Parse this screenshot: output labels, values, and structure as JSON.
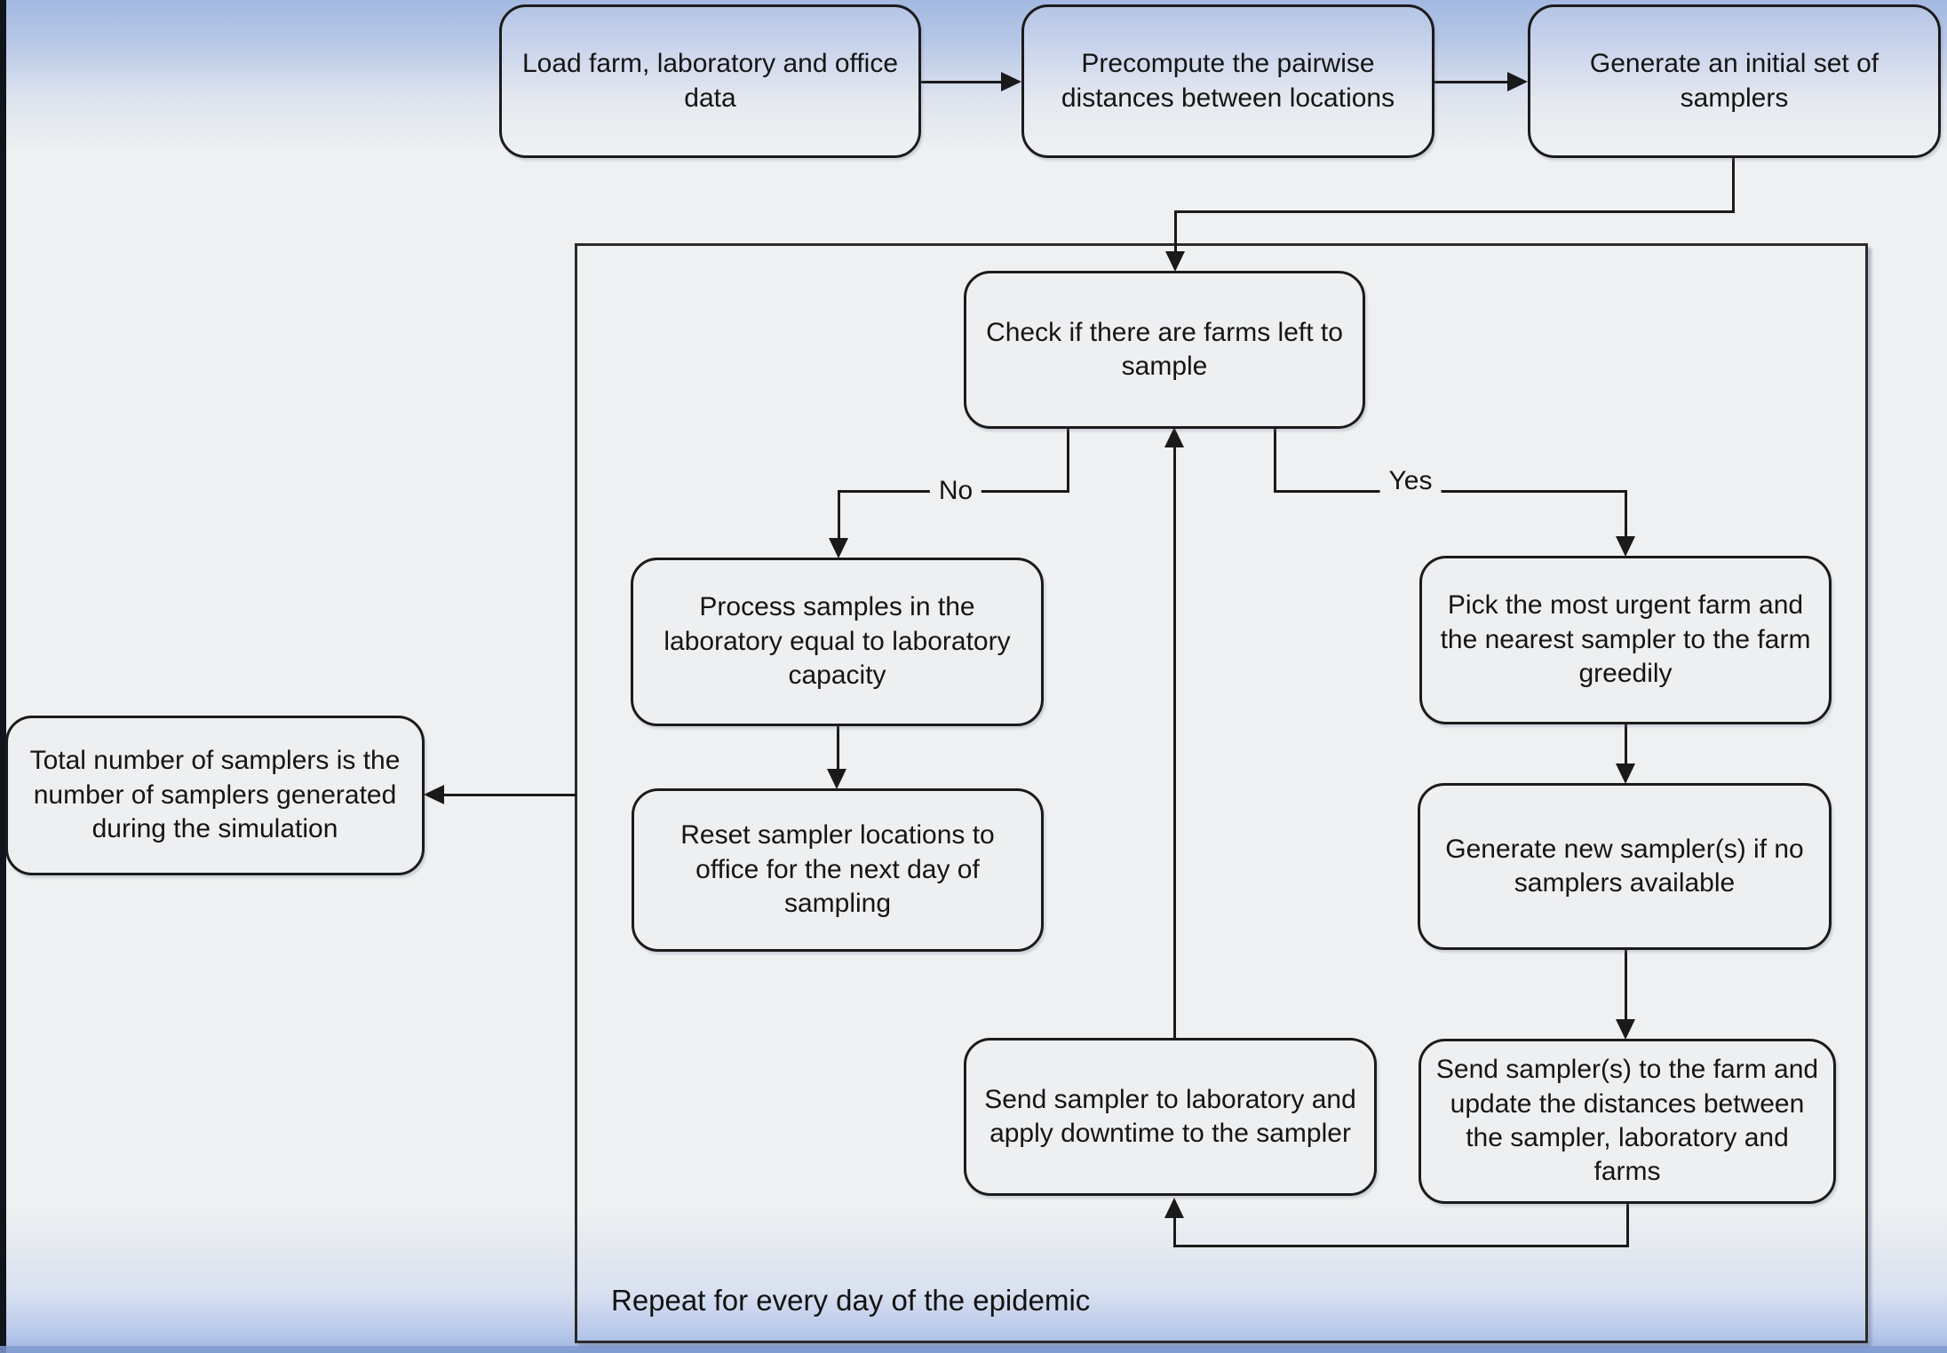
{
  "diagram": {
    "title_hint": "Sampler simulation flowchart",
    "nodes": {
      "load": {
        "label": "Load farm, laboratory and office data"
      },
      "precompute": {
        "label": "Precompute the pairwise distances between locations"
      },
      "generate_initial": {
        "label": "Generate an initial set of samplers"
      },
      "check_farms": {
        "label": "Check if there are farms left to sample"
      },
      "process_samples": {
        "label": "Process samples in the laboratory equal to laboratory capacity"
      },
      "reset_locations": {
        "label": "Reset sampler locations to office for the next day of sampling"
      },
      "total_samplers": {
        "label": "Total number of samplers is the number of samplers generated during the simulation"
      },
      "pick_farm": {
        "label": "Pick the most urgent farm and the nearest sampler to the farm greedily"
      },
      "generate_new": {
        "label": "Generate new sampler(s) if no samplers available"
      },
      "send_farm": {
        "label": "Send sampler(s) to the farm and update the distances between the sampler, laboratory and farms"
      },
      "send_lab": {
        "label": "Send sampler to laboratory and apply downtime to the sampler"
      }
    },
    "edge_labels": {
      "no": "No",
      "yes": "Yes"
    },
    "loop_label": "Repeat for every day of the epidemic",
    "colors": {
      "background": "#eff0f1",
      "top_gradient_blue": "#a3b9e1",
      "bottom_gradient_blue": "#9fb5e2",
      "node_fill": "#edeff1",
      "node_border": "#1b1b1b",
      "line": "#1a1a1a",
      "container_border": "#2b2b2b"
    }
  }
}
